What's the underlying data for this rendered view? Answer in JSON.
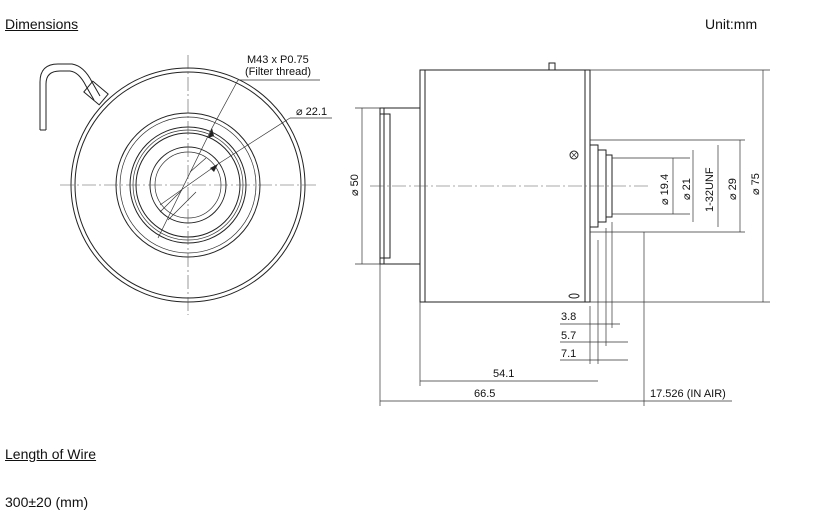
{
  "headings": {
    "dimensions": "Dimensions",
    "unit": "Unit:mm",
    "length_of_wire": "Length of Wire",
    "wire_value": "300±20  (mm)"
  },
  "front_view": {
    "filter_thread": "M43 x P0.75",
    "filter_thread_note": "(Filter thread)",
    "inner_diameter": "⌀ 22.1"
  },
  "side_view": {
    "body_diameter": "⌀ 50",
    "d_19_4": "⌀ 19.4",
    "d_21": "⌀ 21",
    "thread": "1-32UNF",
    "d_29": "⌀ 29",
    "d_75": "⌀ 75",
    "len_3_8": "3.8",
    "len_5_7": "5.7",
    "len_7_1": "7.1",
    "len_54_1": "54.1",
    "len_66_5": "66.5",
    "flange_back": "17.526 (IN AIR)"
  }
}
